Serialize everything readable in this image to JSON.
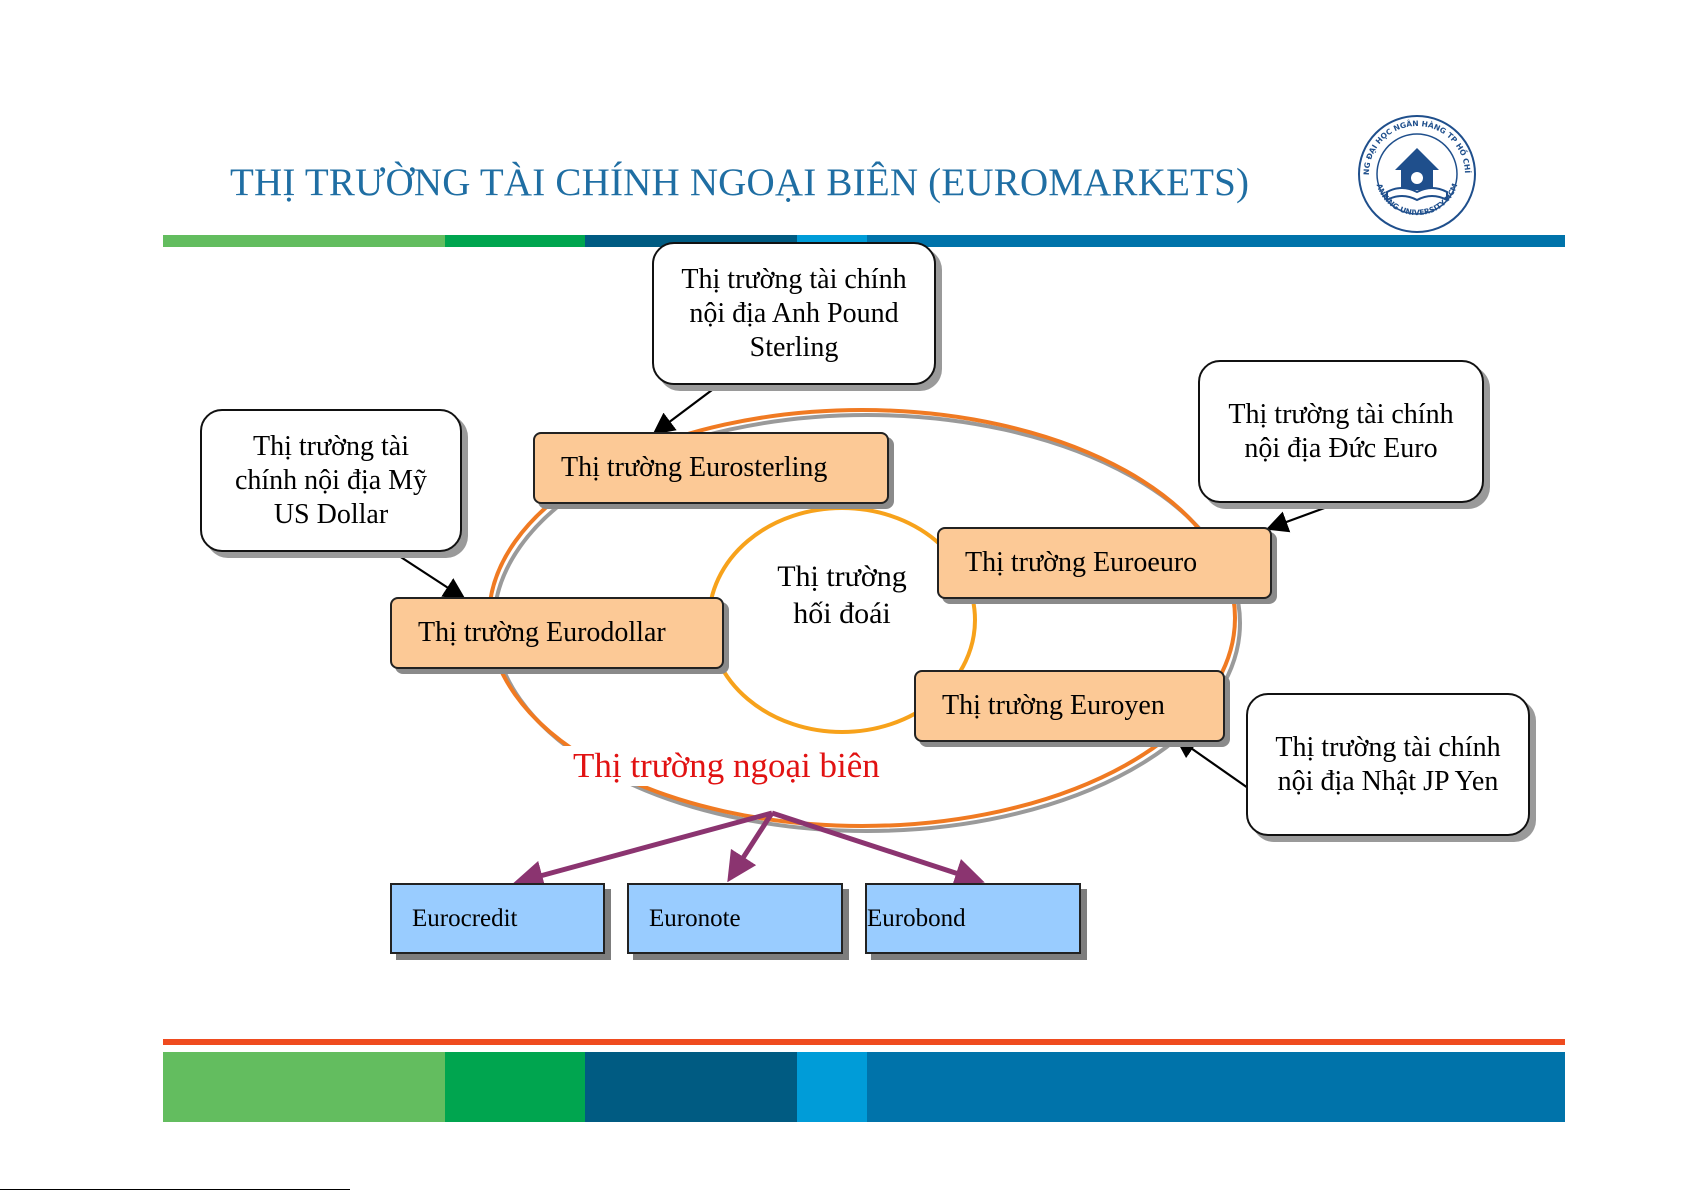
{
  "slide": {
    "title": "THỊ TRƯỜNG TÀI CHÍNH NGOẠI BIÊN (EUROMARKETS)",
    "logo": {
      "ring_text_top": "TRƯỜNG ĐẠI HỌC NGÂN HÀNG TP HỒ CHÍ MINH",
      "ring_text_bottom": "BANKING UNIVERSITY HCMC"
    },
    "band_colors": [
      "#63bd5f",
      "#00a54f",
      "#005b82",
      "#009cd8",
      "#0073aa"
    ],
    "accent_red": "#ef4b1f"
  },
  "diagram": {
    "callouts": {
      "uk": "Thị trường tài chính nội địa Anh Pound Sterling",
      "us": "Thị trường tài chính nội địa Mỹ US Dollar",
      "de": "Thị trường tài chính nội địa Đức Euro",
      "jp": "Thị trường tài chính nội địa Nhật JP Yen"
    },
    "markets": {
      "eurosterling": "Thị trường Eurosterling",
      "eurodollar": "Thị trường Eurodollar",
      "euroeuro": "Thị trường Euroeuro",
      "euroyen": "Thị trường Euroyen"
    },
    "inner_circle_label": "Thị trường hối đoái",
    "outer_label": "Thị trường ngoại biên",
    "products": {
      "eurocredit": "Eurocredit",
      "euronote": "Euronote",
      "eurobond": "Eurobond"
    },
    "colors": {
      "outer_ellipse": "#f07a22",
      "inner_circle": "#f7a21b",
      "arrow_purple": "#8b3470",
      "market_fill": "#fcc996",
      "product_fill": "#99ccff"
    }
  }
}
